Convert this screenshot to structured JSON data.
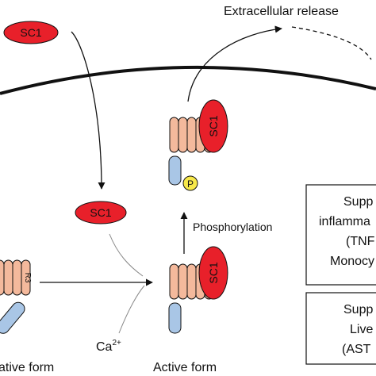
{
  "labels": {
    "extracellular_release": "Extracellular release",
    "phosphorylation": "Phosphorylation",
    "sc1_top": "SC1",
    "sc1_free": "SC1",
    "sc1_receptor_top": "SC1",
    "sc1_receptor_bottom": "SC1",
    "phospho_p": "P",
    "r3": "R3",
    "calcium_base": "Ca",
    "calcium_sup": "2+",
    "active_form_center": "Active form",
    "inactive_form_left": "ative form"
  },
  "boxes": {
    "upper": [
      "Supp",
      "inflamma",
      "(TNF",
      "Monocy"
    ],
    "lower": [
      "Supp",
      "Live",
      "(AST"
    ]
  },
  "colors": {
    "sc1_red": "#e8202a",
    "tm_peach": "#f4b99c",
    "tail_blue": "#a9c6e6",
    "phospho_yellow": "#f7e84a",
    "stroke": "#111111"
  }
}
